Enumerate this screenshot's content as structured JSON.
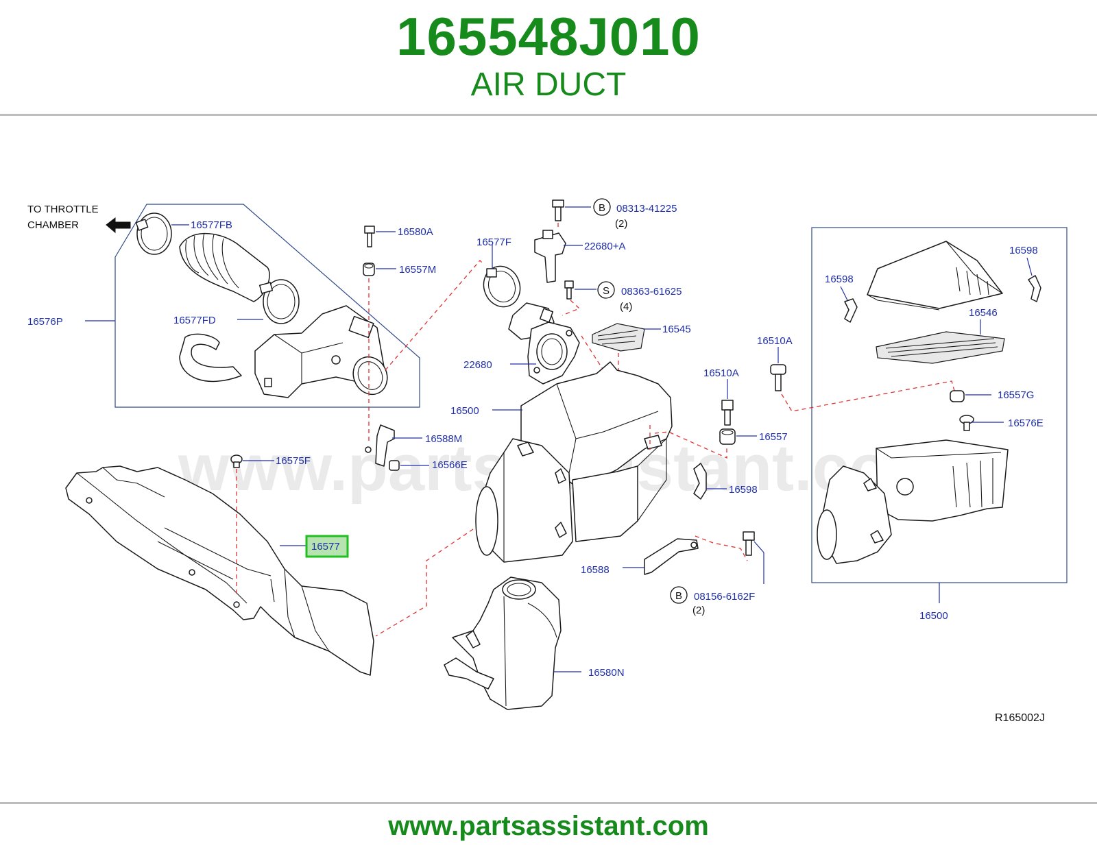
{
  "header": {
    "part_number": "165548J010",
    "part_name": "AIR DUCT"
  },
  "footer": {
    "url": "www.partsassistant.com"
  },
  "diagram": {
    "watermark": "www.partsassistant.com",
    "note": [
      "TO  THROTTLE",
      "CHAMBER"
    ],
    "reference_code": "R165002J",
    "highlighted_part": "16577",
    "callouts": {
      "c_16577FB": "16577FB",
      "c_16580A": "16580A",
      "c_16557M": "16557M",
      "c_16577F": "16577F",
      "c_22680A": "22680+A",
      "c_16576P": "16576P",
      "c_16577FD": "16577FD",
      "c_22680": "22680",
      "c_16545": "16545",
      "c_16588M": "16588M",
      "c_16566E": "16566E",
      "c_16500_center": "16500",
      "c_16575F": "16575F",
      "c_16577": "16577",
      "c_16588": "16588",
      "c_16580N": "16580N",
      "c_16510A_1": "16510A",
      "c_16510A_2": "16510A",
      "c_16557": "16557",
      "c_16598_center": "16598",
      "c_16598_left": "16598",
      "c_16598_right": "16598",
      "c_16546": "16546",
      "c_16557G": "16557G",
      "c_16576E": "16576E",
      "c_16500_right": "16500"
    },
    "fasteners": [
      {
        "symbol": "B",
        "part": "08313-41225",
        "qty": "(2)"
      },
      {
        "symbol": "S",
        "part": "08363-61625",
        "qty": "(4)"
      },
      {
        "symbol": "B",
        "part": "08156-6162F",
        "qty": "(2)"
      }
    ],
    "colors": {
      "brand_green": "#178a1c",
      "callout_blue": "#1f2fa8",
      "dash_red": "#e03030",
      "highlight_green": "#1fbf1f",
      "highlight_fill": "#b6e3b0"
    }
  }
}
